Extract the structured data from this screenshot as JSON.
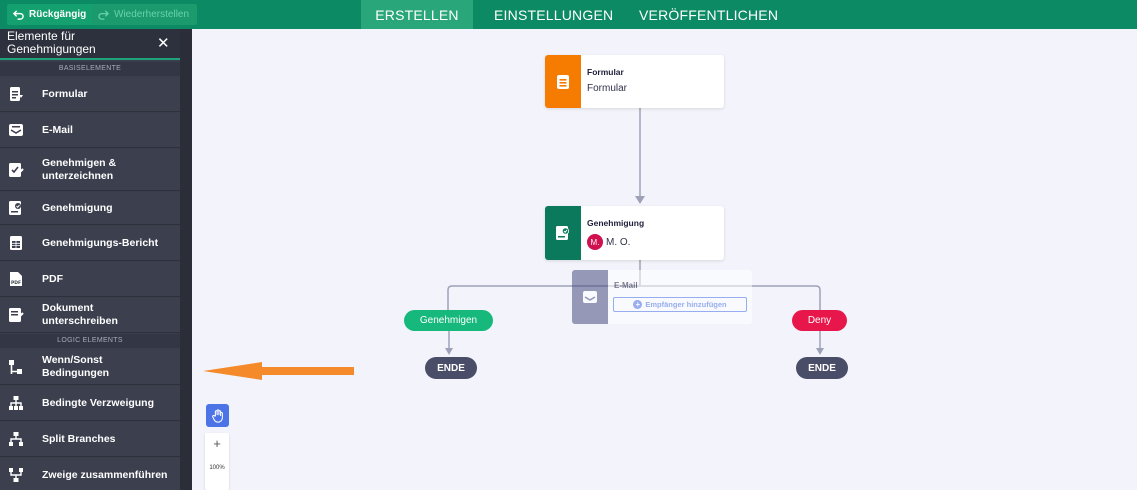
{
  "toolbar": {
    "undo_label": "Rückgängig",
    "redo_label": "Wiederherstellen"
  },
  "tabs": [
    "ERSTELLEN",
    "EINSTELLUNGEN",
    "VERÖFFENTLICHEN"
  ],
  "sidebar": {
    "title": "Elemente für Genehmigungen",
    "close_glyph": "✕",
    "section_basic": "BASISELEMENTE",
    "section_logic": "LOGIC ELEMENTS",
    "basic_items": [
      {
        "label": "Formular",
        "icon": "form-icon"
      },
      {
        "label": "E-Mail",
        "icon": "email-icon"
      },
      {
        "label": "Genehmigen & unterzeichnen",
        "icon": "approve-sign-icon"
      },
      {
        "label": "Genehmigung",
        "icon": "approval-icon"
      },
      {
        "label": "Genehmigungs-Bericht",
        "icon": "report-icon"
      },
      {
        "label": "PDF",
        "icon": "pdf-icon"
      },
      {
        "label": "Dokument unterschreiben",
        "icon": "sign-document-icon"
      }
    ],
    "logic_items": [
      {
        "label": "Wenn/Sonst Bedingungen",
        "icon": "if-else-icon"
      },
      {
        "label": "Bedingte Verzweigung",
        "icon": "conditional-branch-icon"
      },
      {
        "label": "Split Branches",
        "icon": "split-branches-icon"
      },
      {
        "label": "Zweige zusammenführen",
        "icon": "merge-branches-icon"
      }
    ]
  },
  "flow": {
    "form_node": {
      "title": "Formular",
      "subtitle": "Formular"
    },
    "approval_node": {
      "title": "Genehmigung",
      "avatar_initial": "M.",
      "assignee": "M. O."
    },
    "ghost_email": {
      "title": "E-Mail",
      "button_label": "Empfänger hinzufügen"
    },
    "approve_pill": "Genehmigen",
    "deny_pill": "Deny",
    "end_label_left": "ENDE",
    "end_label_right": "ENDE"
  },
  "zoom": {
    "plus": "+",
    "level": "100%"
  },
  "colors": {
    "topbar": "#0b8a63",
    "sidebar": "#3c3f4e",
    "form_accent": "#f57c00",
    "approval_accent": "#0b7a5c",
    "approve_green": "#16b97b",
    "deny_red": "#e8174b",
    "end_node": "#4a4d68",
    "arrow": "#f58a2b"
  }
}
